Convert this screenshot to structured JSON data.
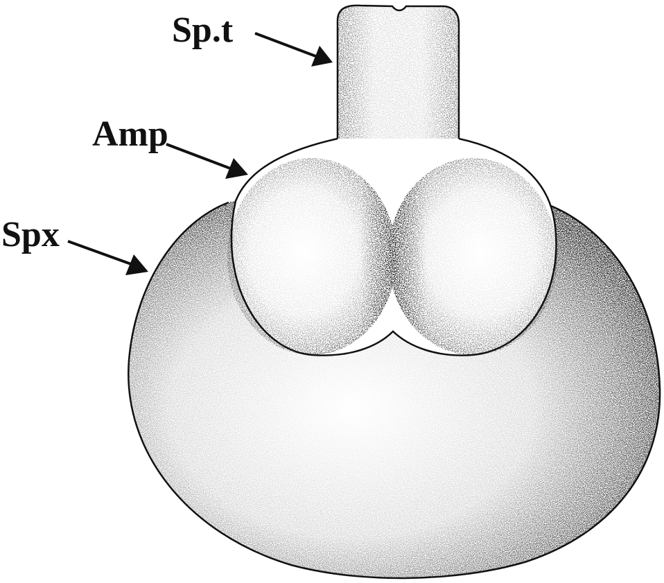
{
  "labels": {
    "spt": "Sp.t",
    "amp": "Amp",
    "spx": "Spx"
  },
  "colors": {
    "ink": "#111111",
    "background": "#ffffff"
  }
}
